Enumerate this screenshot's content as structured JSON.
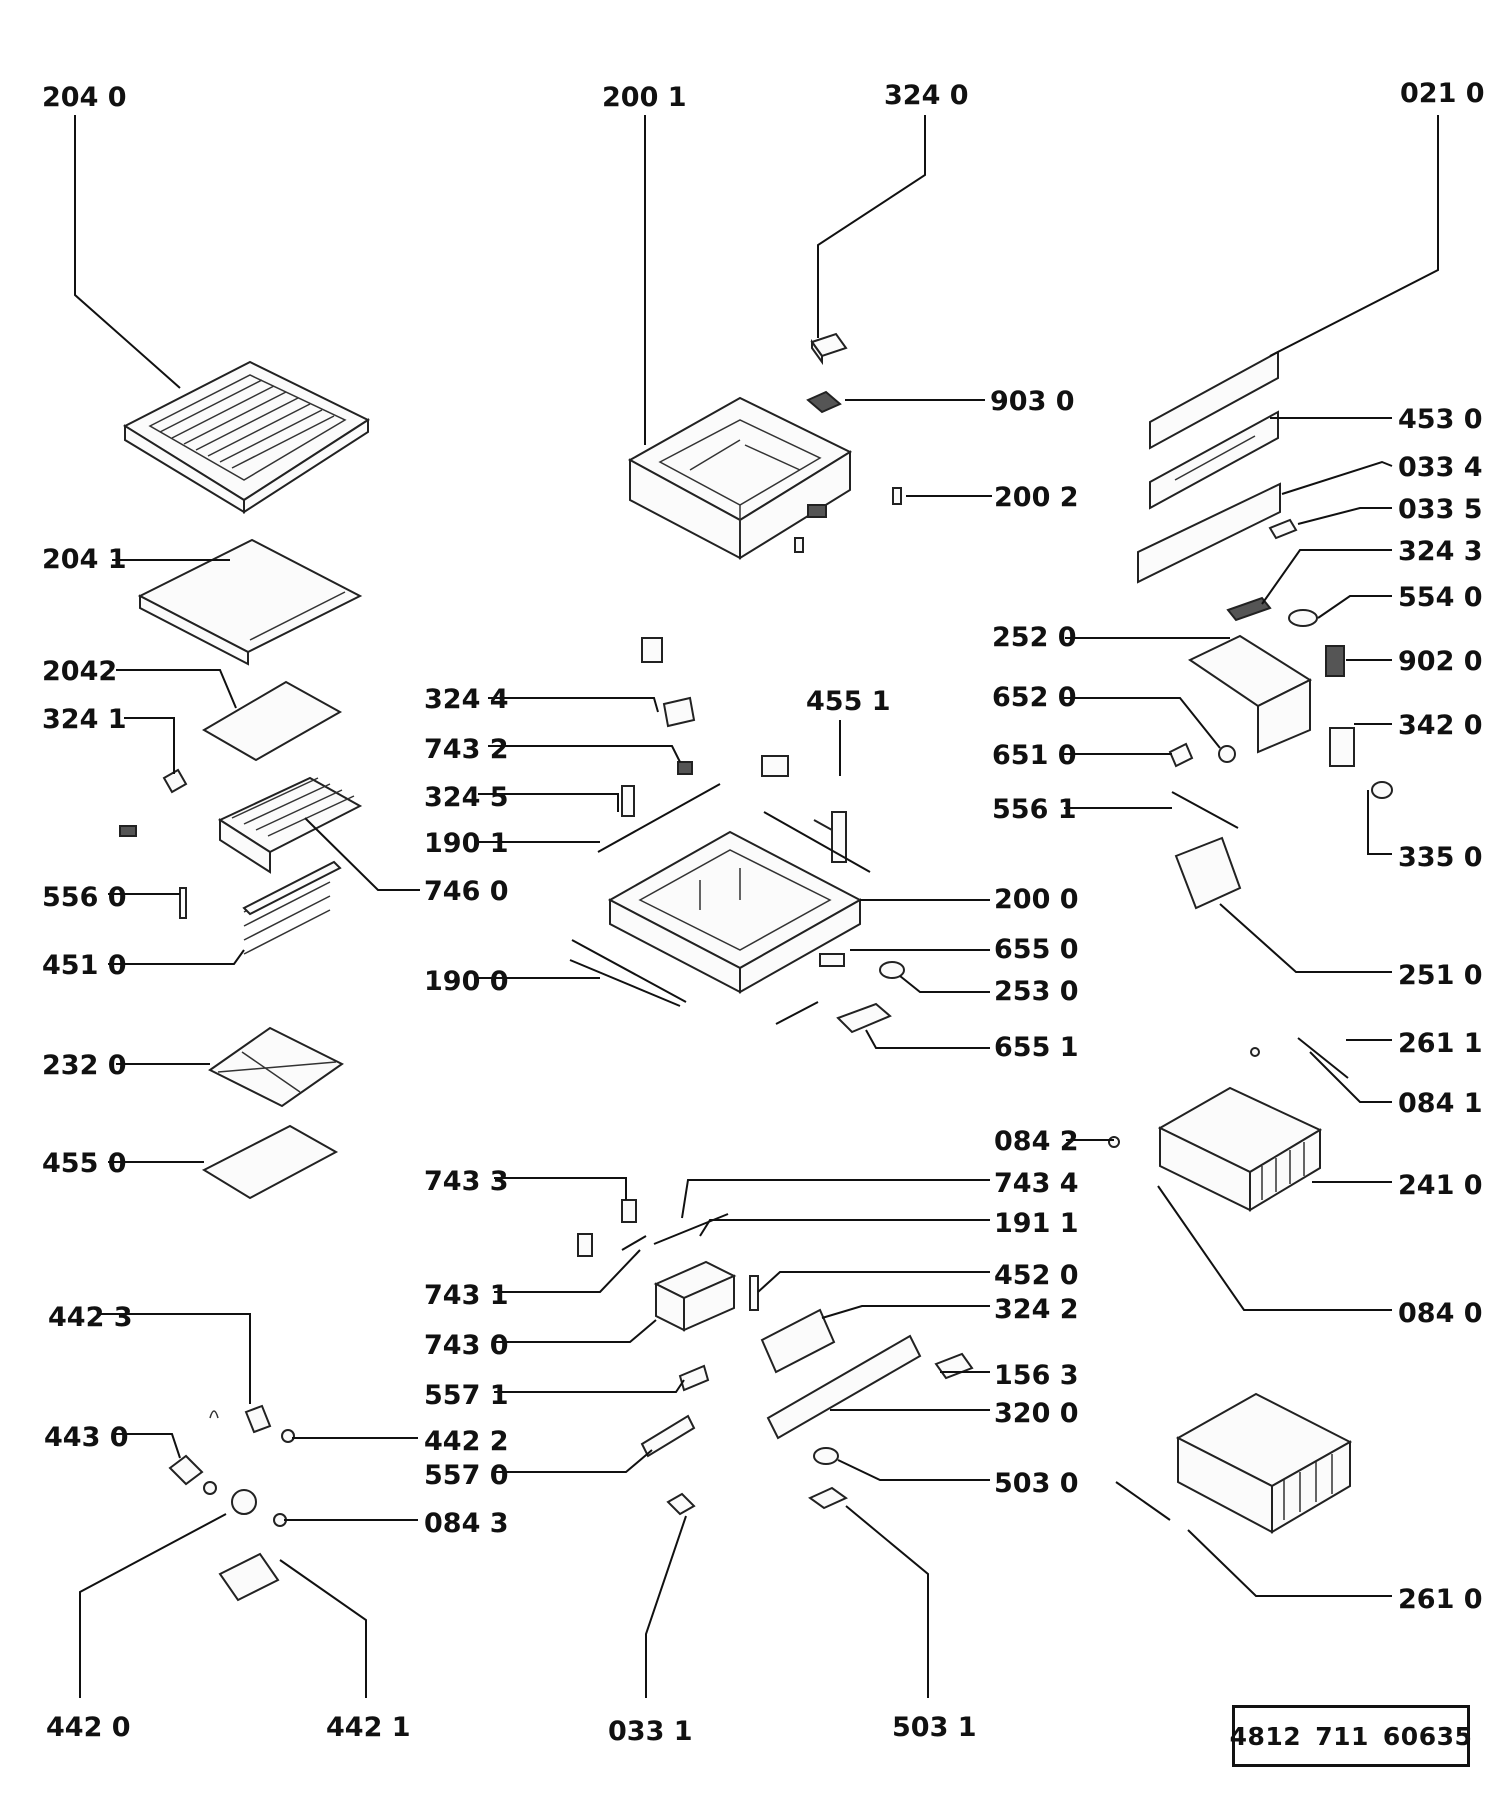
{
  "labels": {
    "l2040": "204 0",
    "l2001": "200 1",
    "l3240": "324 0",
    "l0210": "021 0",
    "l9030": "903 0",
    "l4530": "453 0",
    "l0334": "033 4",
    "l2002": "200 2",
    "l0335": "033 5",
    "l2041": "204 1",
    "l3243": "324 3",
    "l5540": "554 0",
    "l2520": "252 0",
    "l9020": "902 0",
    "l2042": "2042",
    "l3244": "324 4",
    "l4551": "455 1",
    "l6520": "652 0",
    "l3241": "324 1",
    "l3420": "342 0",
    "l7432": "743 2",
    "l6510": "651 0",
    "l3245": "324 5",
    "l5561": "556 1",
    "l1901": "190 1",
    "l3350": "335 0",
    "l7460": "746 0",
    "l5560": "556 0",
    "l2000": "200 0",
    "l4510": "451 0",
    "l6550": "655 0",
    "l2510": "251 0",
    "l1900": "190 0",
    "l2530": "253 0",
    "l6551": "655 1",
    "l2611": "261 1",
    "l2320": "232 0",
    "l0841": "084 1",
    "l0842": "084 2",
    "l4550": "455 0",
    "l2410": "241 0",
    "l7433": "743 3",
    "l7434": "743 4",
    "l1911": "191 1",
    "l4520": "452 0",
    "l7431": "743 1",
    "l0840": "084 0",
    "l3242": "324 2",
    "l4423": "442 3",
    "l7430": "743 0",
    "l1563": "156 3",
    "l5571": "557 1",
    "l3200": "320 0",
    "l4430": "443 0",
    "l4422": "442 2",
    "l5570": "557 0",
    "l5030": "503 0",
    "l0843": "084 3",
    "l2610": "261 0",
    "l4420": "442 0",
    "l4421": "442 1",
    "l0331": "033 1",
    "l5031": "503 1"
  },
  "doc_number": {
    "part1": "4812",
    "part2": "711",
    "part3": "60635"
  }
}
